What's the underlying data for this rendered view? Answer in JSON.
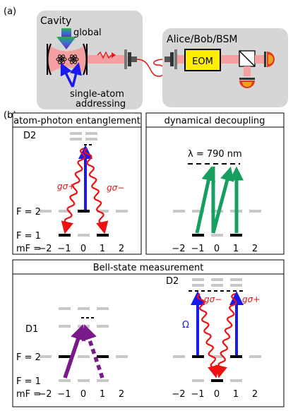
{
  "panel_a": {
    "label": "(a)",
    "cavity_title": "Cavity",
    "global_label": "global",
    "addressing_label_1": "single-atom",
    "addressing_label_2": "addressing",
    "station_title": "Alice/Bob/BSM",
    "eom_label": "EOM"
  },
  "panel_b": {
    "label": "(b)",
    "entanglement": {
      "title": "atom-photon entanglement",
      "d2_label": "D2",
      "g_sigma_plus": "gσ+",
      "g_sigma_minus": "gσ−",
      "f2_label": "F = 2",
      "f1_label": "F = 1",
      "mf_label": "mF =",
      "mf_values": [
        "−2",
        "−1",
        "0",
        "1",
        "2"
      ]
    },
    "decoupling": {
      "title": "dynamical decoupling",
      "lambda_label": "λ = 790 nm",
      "mf_values": [
        "−2",
        "−1",
        "0",
        "1",
        "2"
      ]
    },
    "bsm": {
      "title": "Bell-state measurement",
      "d1_label": "D1",
      "d2_label": "D2",
      "f2_label": "F = 2",
      "f1_label": "F = 1",
      "mf_label": "mF =",
      "omega_label": "Ω",
      "g_sigma_minus": "gσ−",
      "g_sigma_plus": "gσ+",
      "mf_values_left": [
        "−2",
        "−1",
        "0",
        "1",
        "2"
      ],
      "mf_values_right": [
        "−2",
        "−1",
        "0",
        "1",
        "2"
      ]
    }
  },
  "colors": {
    "red": "#ee1111",
    "blue": "#1a1aee",
    "green": "#15a060",
    "purple": "#7a1a8a",
    "grey_level": "#c8c8c8",
    "box_grey": "#d6d6d6"
  }
}
